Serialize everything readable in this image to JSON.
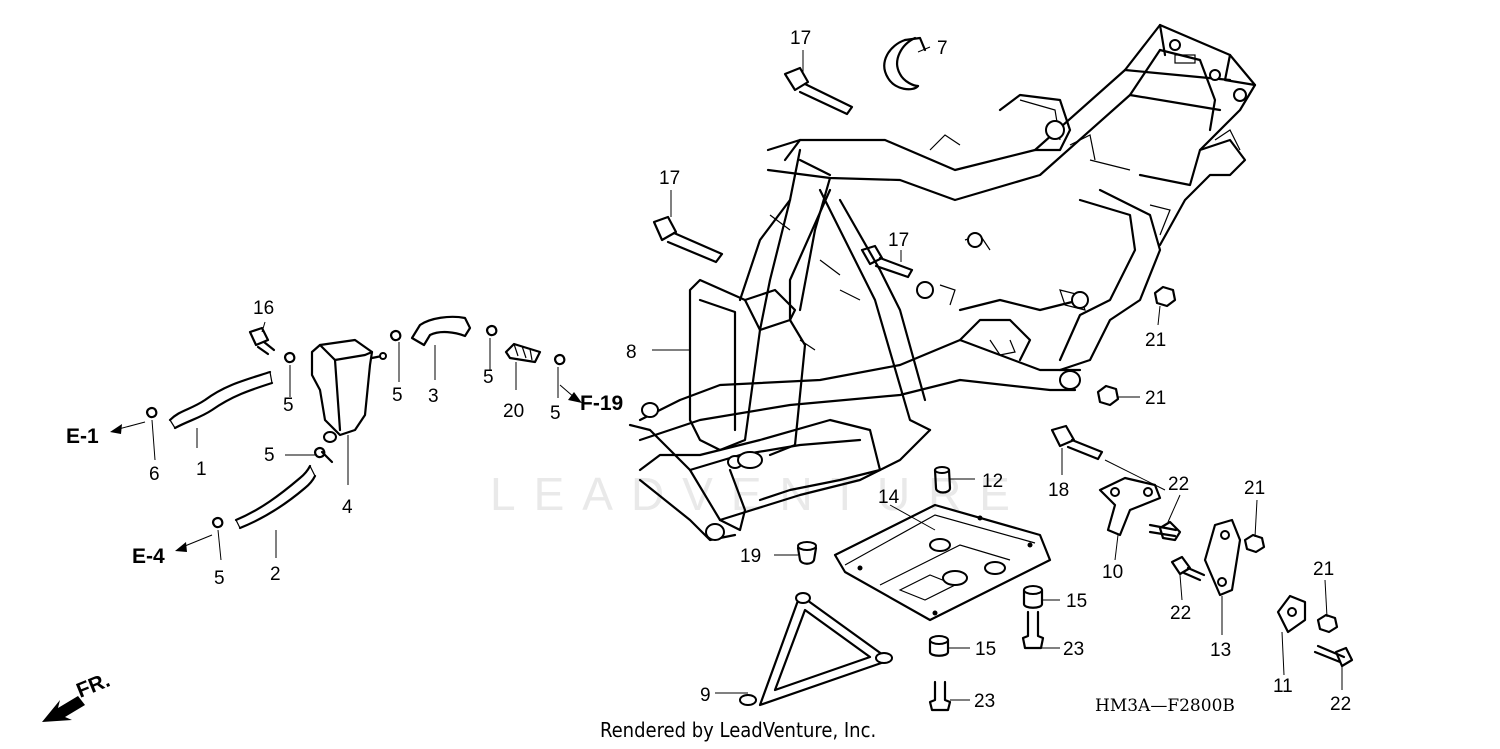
{
  "callouts": [
    {
      "id": "c1",
      "text": "1"
    },
    {
      "id": "c2",
      "text": "2"
    },
    {
      "id": "c3",
      "text": "3"
    },
    {
      "id": "c4",
      "text": "4"
    },
    {
      "id": "c5a",
      "text": "5"
    },
    {
      "id": "c5b",
      "text": "5"
    },
    {
      "id": "c5c",
      "text": "5"
    },
    {
      "id": "c5d",
      "text": "5"
    },
    {
      "id": "c5e",
      "text": "5"
    },
    {
      "id": "c5f",
      "text": "5"
    },
    {
      "id": "c6",
      "text": "6"
    },
    {
      "id": "c7",
      "text": "7"
    },
    {
      "id": "c8",
      "text": "8"
    },
    {
      "id": "c9",
      "text": "9"
    },
    {
      "id": "c10",
      "text": "10"
    },
    {
      "id": "c11",
      "text": "11"
    },
    {
      "id": "c12",
      "text": "12"
    },
    {
      "id": "c13",
      "text": "13"
    },
    {
      "id": "c14",
      "text": "14"
    },
    {
      "id": "c15a",
      "text": "15"
    },
    {
      "id": "c15b",
      "text": "15"
    },
    {
      "id": "c16",
      "text": "16"
    },
    {
      "id": "c17a",
      "text": "17"
    },
    {
      "id": "c17b",
      "text": "17"
    },
    {
      "id": "c17c",
      "text": "17"
    },
    {
      "id": "c18",
      "text": "18"
    },
    {
      "id": "c19",
      "text": "19"
    },
    {
      "id": "c20",
      "text": "20"
    },
    {
      "id": "c21a",
      "text": "21"
    },
    {
      "id": "c21b",
      "text": "21"
    },
    {
      "id": "c21c",
      "text": "21"
    },
    {
      "id": "c21d",
      "text": "21"
    },
    {
      "id": "c22a",
      "text": "22"
    },
    {
      "id": "c22b",
      "text": "22"
    },
    {
      "id": "c22c",
      "text": "22"
    },
    {
      "id": "c23a",
      "text": "23"
    },
    {
      "id": "c23b",
      "text": "23"
    }
  ],
  "references": {
    "e1": "E-1",
    "e4": "E-4",
    "f19": "F-19"
  },
  "direction_label": "FR.",
  "diagram_code": "HM3A—F2800B",
  "credit": "Rendered by LeadVenture, Inc.",
  "watermark": "LEADVENTURE"
}
